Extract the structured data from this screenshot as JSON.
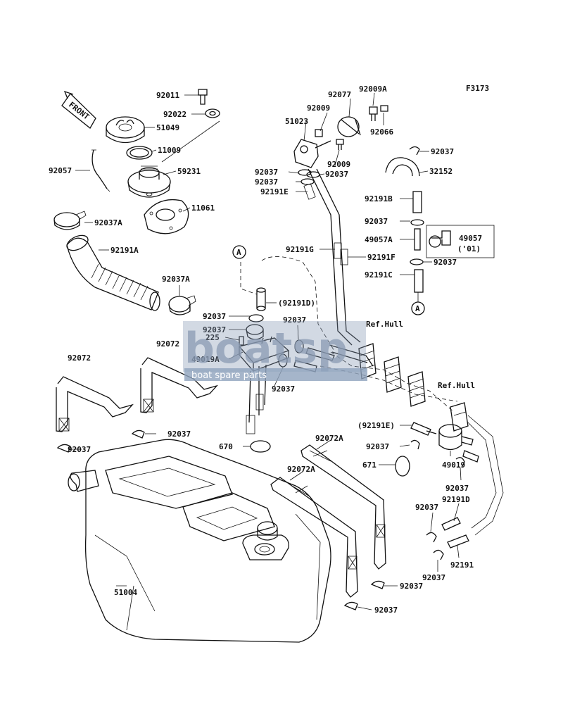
{
  "figure_code": "F3173",
  "front_label": "FRONT",
  "callouts": [
    "A",
    "A"
  ],
  "ref_hull": [
    "Ref.Hull",
    "Ref.Hull"
  ],
  "watermark": {
    "brand": "boatsp",
    "tagline": "boat spare parts"
  },
  "parts": [
    "92011",
    "92022",
    "51049",
    "11009",
    "92057",
    "59231",
    "11061",
    "92037A",
    "92191A",
    "92037A",
    "92072",
    "92072",
    "92037",
    "92037",
    "92037",
    "225",
    "49019A",
    "92037",
    "92037",
    "(92191D)",
    "51023",
    "92009",
    "92077",
    "92009A",
    "92066",
    "92009",
    "92037",
    "92037",
    "92037",
    "92191E",
    "92191G",
    "92191F",
    "92037",
    "32152",
    "92191B",
    "92037",
    "49057A",
    "49057",
    "('01)",
    "92037",
    "92191C",
    "(92191E)",
    "92037",
    "671",
    "49019",
    "92037",
    "92191D",
    "92037",
    "92191",
    "92037",
    "670",
    "92072A",
    "92072A",
    "51004",
    "92037",
    "92037",
    "92037"
  ]
}
